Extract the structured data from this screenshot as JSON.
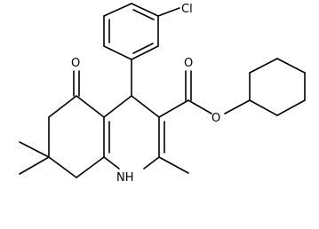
{
  "molecule": {
    "atom_labels": {
      "chlorine": "Cl",
      "ketone_oxygen": "O",
      "carbonyl_oxygen": "O",
      "ester_oxygen": "O",
      "amine": "NH"
    }
  },
  "colors": {
    "bond": "#000000",
    "label": "#000000",
    "background": "#ffffff"
  }
}
